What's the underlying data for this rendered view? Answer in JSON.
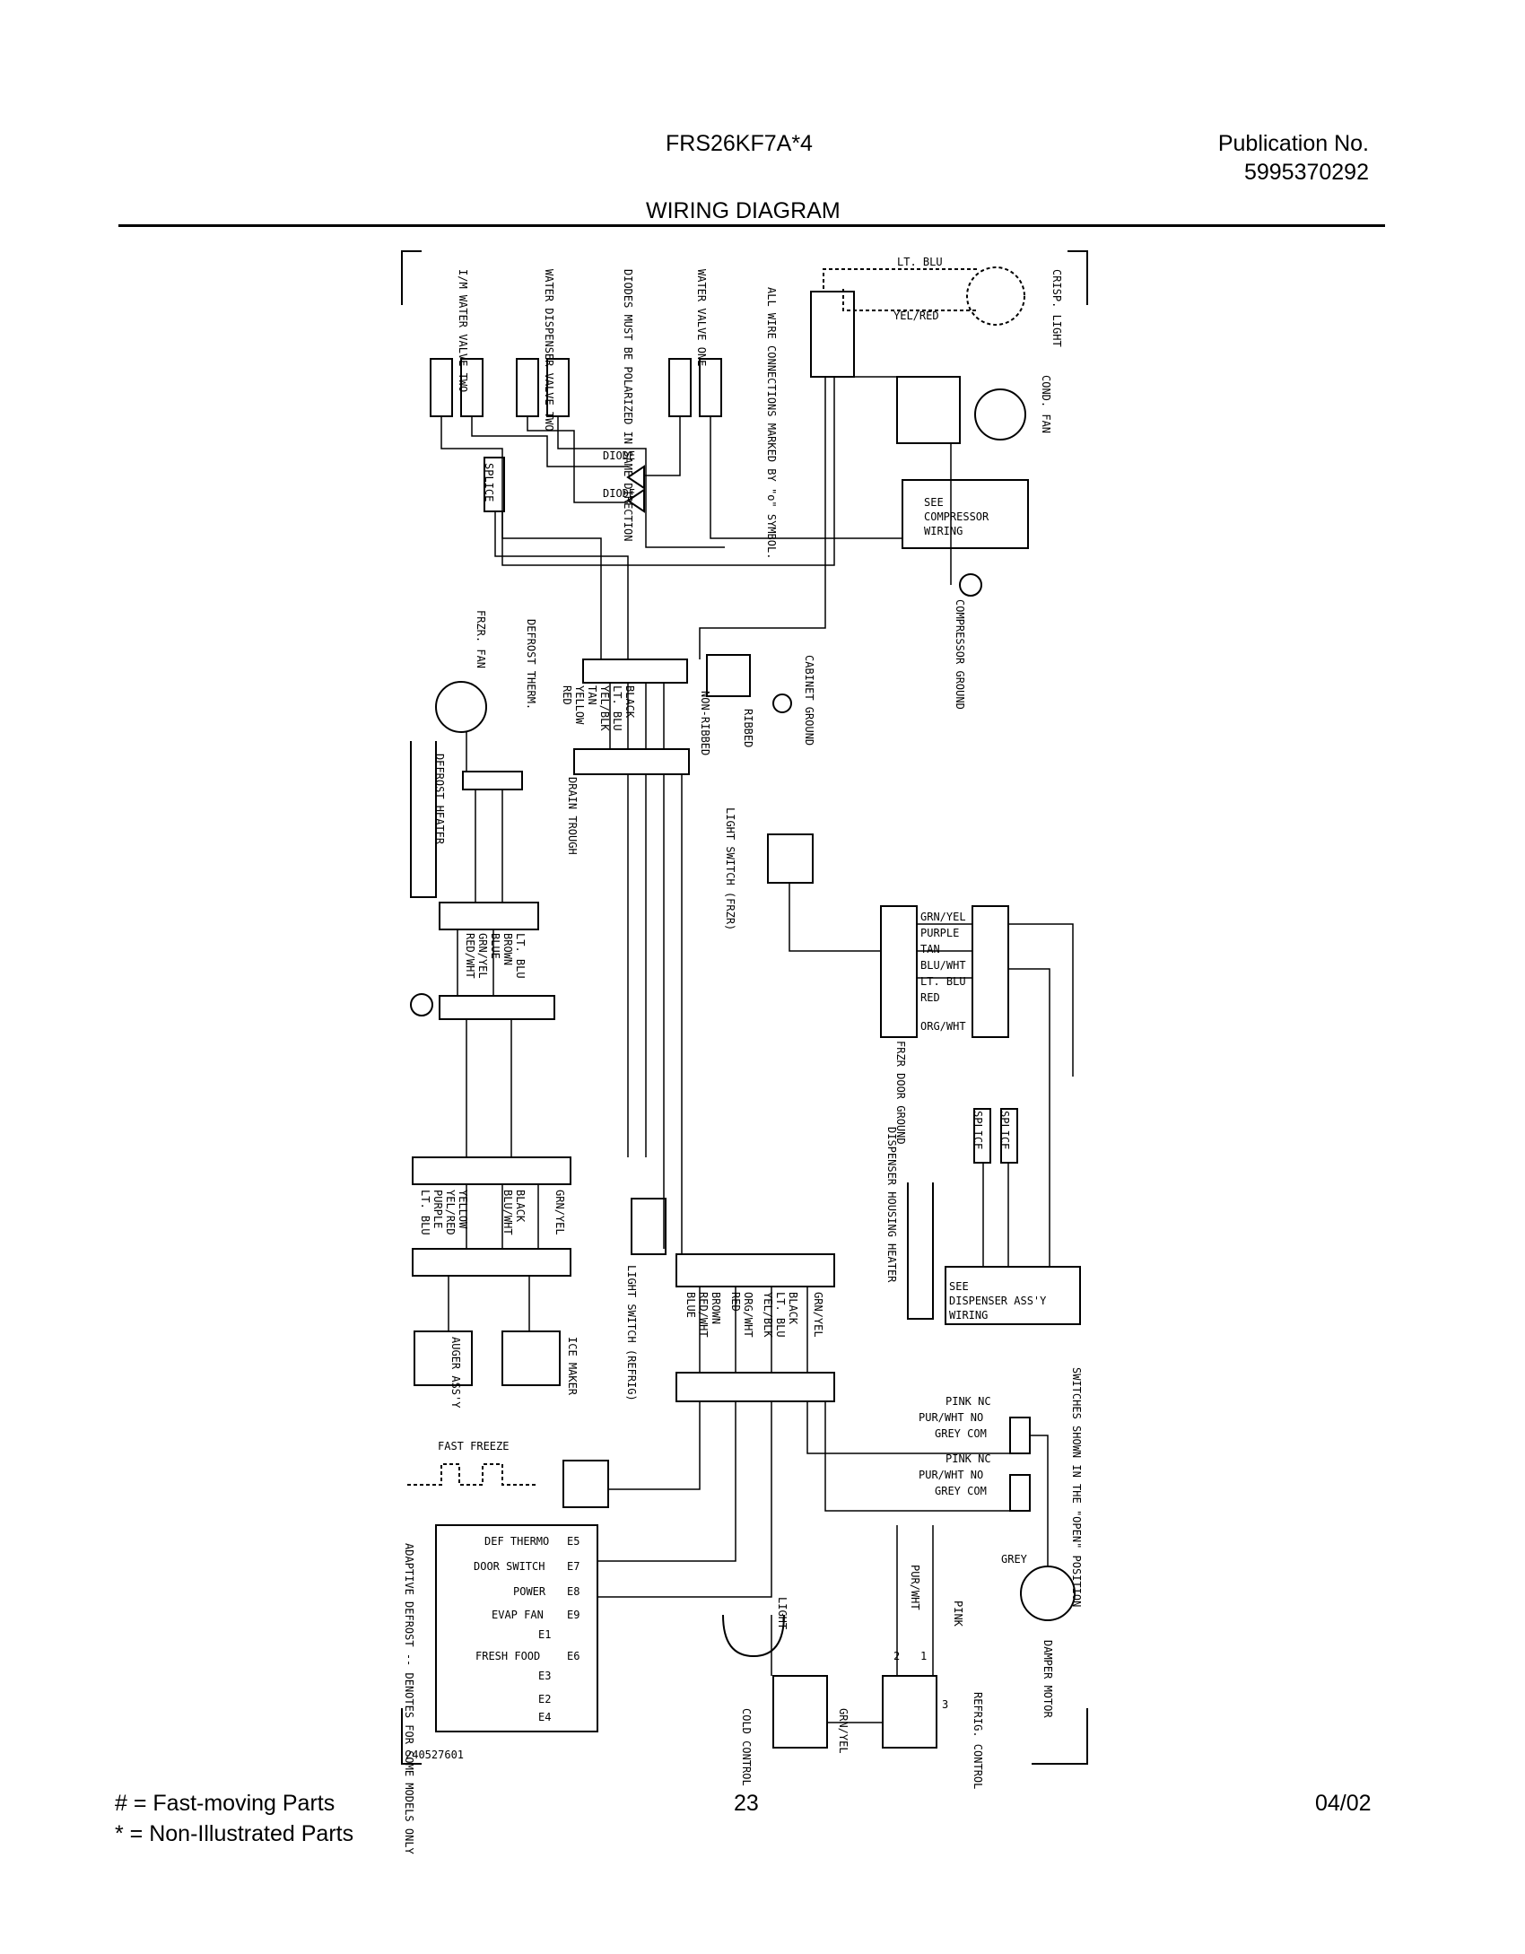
{
  "header": {
    "model": "FRS26KF7A*4",
    "publication_label": "Publication No.",
    "publication_number": "5995370292",
    "title": "WIRING DIAGRAM"
  },
  "footer": {
    "legend_fast": "#  =  Fast-moving Parts",
    "legend_non": "*   =  Non-Illustrated Parts",
    "page": "23",
    "date": "04/02"
  },
  "diagram": {
    "top_labels": {
      "im_valve": "I/M WATER VALVE TWO",
      "disp_valve": "WATER DISPENSER VALVE TWO",
      "diode_note": "DIODES MUST BE POLARIZED IN SAME DIRECTION",
      "valve_one": "WATER VALVE ONE",
      "wire_note": "ALL WIRE CONNECTIONS MARKED BY \"o\" SYMBOL.",
      "crisp_light": "CRISP. LIGHT",
      "cond_fan": "COND. FAN"
    },
    "wire_labels": {
      "lt_blu": "LT. BLU",
      "yel_red": "YEL/RED",
      "diode1": "DIODE",
      "diode2": "DIODE",
      "splice1": "SPLICE",
      "see_compressor": [
        "SEE",
        "COMPRESSOR",
        "WIRING"
      ],
      "compressor_ground": "COMPRESSOR GROUND",
      "cabinet_ground": "CABINET GROUND",
      "ribbed": "RIBBED",
      "non_ribbed": "NON-RIBBED"
    },
    "freezer_labels": {
      "frzr_fan": "FRZR. FAN",
      "defrost_therm": "DEFROST THERM.",
      "defrost_heater": "DEFROST HEATER",
      "drain_trough": "DRAIN TROUGH",
      "light_switch_frzr": "LIGHT SWITCH (FRZR)",
      "frzr_door_ground": "FRZR DOOR GROUND",
      "dispenser_heater": "DISPENSER HOUSING HEATER"
    },
    "harness1_wires": [
      "RED",
      "YELLOW",
      "TAN",
      "YEL/BLK",
      "LT. BLU",
      "BLACK"
    ],
    "harness2_wires": [
      "LT. BLU",
      "BROWN",
      "BLUE",
      "GRN/YEL",
      "RED/WHT"
    ],
    "door_wires": [
      "GRN/YEL",
      "PURPLE",
      "TAN",
      "BLU/WHT",
      "LT. BLU",
      "RED",
      "ORG/WHT"
    ],
    "harness3_wires": [
      "LT. BLU",
      "PURPLE",
      "YEL/RED",
      "YELLOW",
      "BLU/WHT",
      "BLACK",
      "GRN/YEL"
    ],
    "harness4_wires": [
      "BLUE",
      "RED/WHT",
      "BROWN",
      "RED",
      "ORG/WHT",
      "YEL/BLK",
      "LT. BLU",
      "BLACK",
      "GRN/YEL"
    ],
    "mid_labels": {
      "see_dispenser": [
        "SEE",
        "DISPENSER ASS'Y",
        "WIRING"
      ],
      "auger": "AUGER ASS'Y",
      "ice_maker": "ICE MAKER",
      "light_switch_refrig": "LIGHT SWITCH (REFRIG)",
      "splice2": "SPLICE",
      "splice3": "SPLICE"
    },
    "bottom_labels": {
      "fast_freeze": "FAST FREEZE",
      "adaptive_note": "ADAPTIVE DEFROST -- DENOTES FOR SOME MODELS ONLY",
      "light": "LIGHT",
      "cold_control": "COLD CONTROL",
      "grn_yel": "GRN/YEL",
      "pur_wht": "PUR/WHT",
      "pink": "PINK",
      "refrig_control": "REFRIG. CONTROL",
      "damper_motor": "DAMPER MOTOR",
      "switches_note": "SWITCHES SHOWN IN THE \"OPEN\" POSITION",
      "grey": "GREY",
      "part_no": "240527601",
      "num2": "2",
      "num1": "1",
      "num3": "3"
    },
    "defrost_terminals": [
      {
        "name": "DEF THERMO",
        "code": "E5"
      },
      {
        "name": "DOOR SWITCH",
        "code": "E7"
      },
      {
        "name": "POWER",
        "code": "E8"
      },
      {
        "name": "EVAP FAN",
        "code": "E9"
      },
      {
        "name": "E1",
        "code": ""
      },
      {
        "name": "FRESH FOOD",
        "code": "E6"
      },
      {
        "name": "E3",
        "code": ""
      },
      {
        "name": "E2",
        "code": ""
      },
      {
        "name": "E4",
        "code": ""
      }
    ],
    "damper_switches": [
      {
        "nc": "PINK NC",
        "no": "PUR/WHT NO",
        "com": "GREY COM"
      },
      {
        "nc": "PINK NC",
        "no": "PUR/WHT NO",
        "com": "GREY COM"
      }
    ]
  }
}
